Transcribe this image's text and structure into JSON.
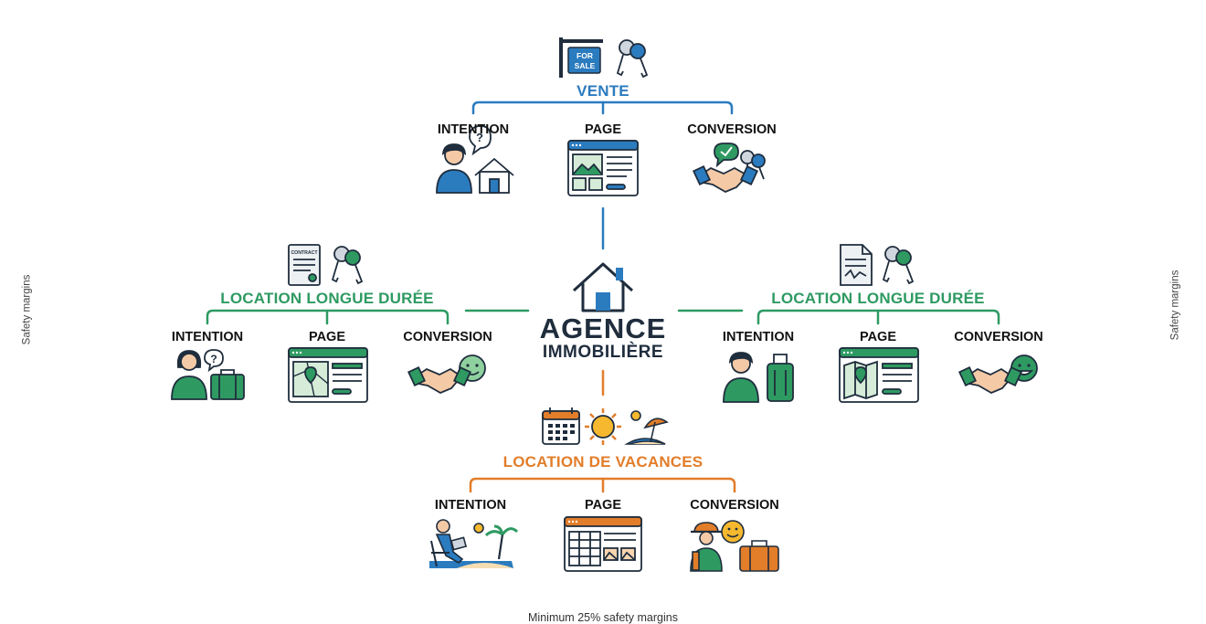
{
  "center": {
    "title": "AGENCE",
    "subtitle": "IMMOBILIÈRE",
    "icon": "house-icon"
  },
  "branches": [
    {
      "key": "vente",
      "title": "VENTE",
      "color": "#2b7bbf",
      "header_icons": [
        "for-sale-sign-icon",
        "keys-icon"
      ],
      "columns": [
        {
          "label": "INTENTION",
          "icon": "person-house-question-icon"
        },
        {
          "label": "PAGE",
          "icon": "webpage-gallery-icon"
        },
        {
          "label": "CONVERSION",
          "icon": "handshake-keys-icon"
        }
      ]
    },
    {
      "key": "location-left",
      "title": "LOCATION LONGUE DURÉE",
      "color": "#2e9a62",
      "header_icons": [
        "contract-icon",
        "keys-icon"
      ],
      "contract_text": "CONTRACT",
      "columns": [
        {
          "label": "INTENTION",
          "icon": "woman-suitcase-icon"
        },
        {
          "label": "PAGE",
          "icon": "webpage-map-icon"
        },
        {
          "label": "CONVERSION",
          "icon": "handshake-smiley-icon"
        }
      ]
    },
    {
      "key": "location-right",
      "title": "LOCATION LONGUE DURÉE",
      "color": "#2e9a62",
      "header_icons": [
        "document-icon",
        "keys-icon"
      ],
      "columns": [
        {
          "label": "INTENTION",
          "icon": "man-luggage-icon"
        },
        {
          "label": "PAGE",
          "icon": "webpage-map-icon"
        },
        {
          "label": "CONVERSION",
          "icon": "handshake-smiley-icon"
        }
      ]
    },
    {
      "key": "vacances",
      "title": "LOCATION DE VACANCES",
      "color": "#e27d2a",
      "header_icons": [
        "calendar-icon",
        "sun-icon",
        "beach-icon"
      ],
      "columns": [
        {
          "label": "INTENTION",
          "icon": "person-beach-laptop-icon"
        },
        {
          "label": "PAGE",
          "icon": "webpage-calendar-icon"
        },
        {
          "label": "CONVERSION",
          "icon": "traveler-suitcase-icon"
        }
      ]
    }
  ],
  "for_sale_sign": "FOR SALE",
  "margins": {
    "left": "Safety margins",
    "right": "Safety margins",
    "bottom": "Minimum 25% safety margins"
  }
}
